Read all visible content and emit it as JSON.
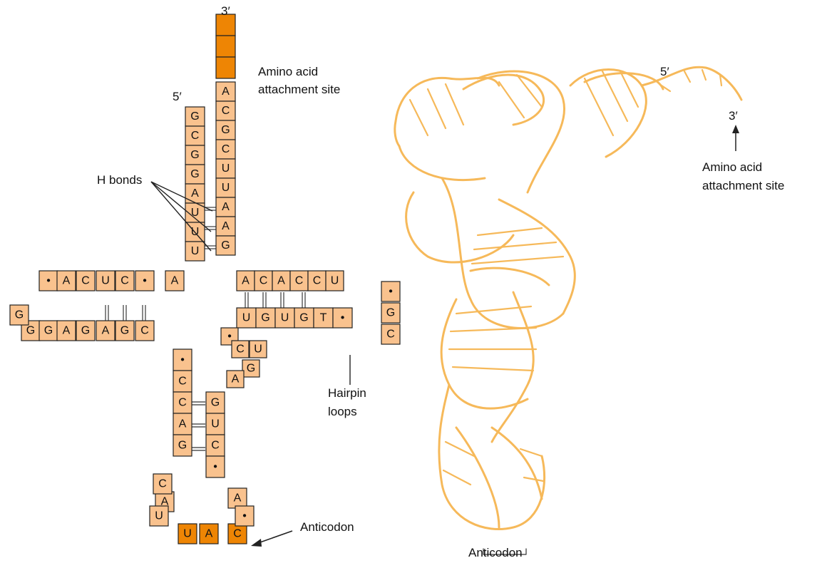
{
  "colors": {
    "strand": "#F9C28E",
    "strand_dark": "#EE8504",
    "outline": "#222222",
    "ribbon": "#F6B95A"
  },
  "left": {
    "label_3prime": "3′",
    "label_5prime": "5′",
    "amino_line1": "Amino acid",
    "amino_line2": "attachment site",
    "hbonds": "H bonds",
    "hairpin_line1": "Hairpin",
    "hairpin_line2": "loops",
    "anticodon": "Anticodon",
    "acceptor_3_stem": [
      "A",
      "C",
      "G",
      "C",
      "U",
      "U",
      "A",
      "A",
      "G"
    ],
    "acceptor_5_stem": [
      "G",
      "C",
      "G",
      "G",
      "A",
      "U",
      "U",
      "U"
    ],
    "d_top": [
      "•",
      "A",
      "C",
      "U",
      "C",
      "•",
      "A"
    ],
    "d_bottom": [
      "G",
      "G",
      "A",
      "G",
      "A",
      "G",
      "C"
    ],
    "d_left": [
      "G"
    ],
    "t_top": [
      "A",
      "C",
      "A",
      "C",
      "C",
      "U"
    ],
    "t_right": [
      "•",
      "G",
      "C"
    ],
    "t_bottom": [
      "U",
      "G",
      "U",
      "G",
      "T",
      "•"
    ],
    "variable": [
      "•",
      "C",
      "U",
      "G",
      "A"
    ],
    "anticodon_5_stem": [
      "•",
      "C",
      "C",
      "A",
      "G"
    ],
    "anticodon_3_stem": [
      "G",
      "U",
      "C",
      "•"
    ],
    "anticodon_loop": [
      "A",
      "C",
      "U",
      "U",
      "A",
      "C",
      "A",
      "•"
    ]
  },
  "right": {
    "label_5prime": "5′",
    "label_3prime": "3′",
    "amino_line1": "Amino acid",
    "amino_line2": "attachment site",
    "anticodon": "Anticodon"
  }
}
